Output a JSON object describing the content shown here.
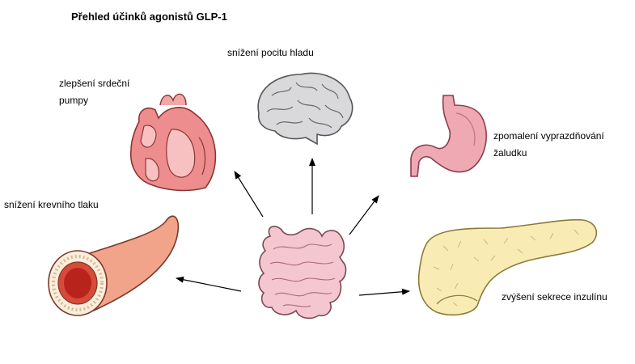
{
  "title": "Přehled účinků agonistů GLP-1",
  "effects": {
    "hunger": "snížení pocitu hladu",
    "heart_line1": "zlepšení srdeční",
    "heart_line2": "pumpy",
    "gastric_line1": "zpomalení vyprazdňování",
    "gastric_line2": "žaludku",
    "blood_pressure": "snížení krevního tlaku",
    "insulin": "zvýšení sekrece inzulínu"
  },
  "icons": {
    "center": "intestine-icon",
    "brain": "brain-icon",
    "heart": "heart-icon",
    "stomach": "stomach-icon",
    "vessel": "blood-vessel-icon",
    "pancreas": "pancreas-icon"
  },
  "colors": {
    "intestine": "#f4c6cf",
    "brain": "#d9d9dc",
    "heart": "#ee8d8d",
    "stomach": "#efa9b3",
    "vessel": "#f2a48a",
    "pancreas": "#f8ecb4",
    "arrow": "#000000"
  }
}
